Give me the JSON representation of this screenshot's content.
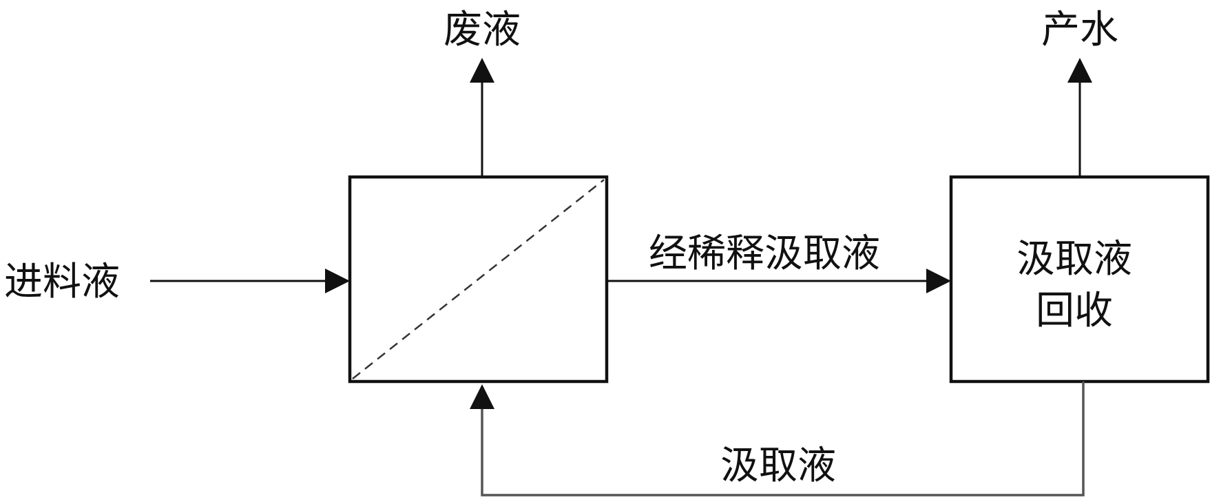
{
  "diagram": {
    "nodes": {
      "feed": {
        "label": "进料液"
      },
      "waste": {
        "label": "废液"
      },
      "membrane_module": {
        "label": ""
      },
      "recovery_unit": {
        "label_line1": "汲取液",
        "label_line2": "回收"
      },
      "product": {
        "label": "产水"
      }
    },
    "edges": {
      "feed_to_module": {
        "from": "feed",
        "to": "membrane_module",
        "label": ""
      },
      "module_to_waste": {
        "from": "membrane_module",
        "to": "waste",
        "label": ""
      },
      "module_to_recovery": {
        "from": "membrane_module",
        "to": "recovery_unit",
        "label": "经稀释汲取液"
      },
      "recovery_to_product": {
        "from": "recovery_unit",
        "to": "product",
        "label": ""
      },
      "recovery_to_module": {
        "from": "recovery_unit",
        "to": "membrane_module",
        "label": "汲取液"
      }
    },
    "colors": {
      "line": "#111111",
      "return_line": "#555555",
      "background": "#ffffff"
    }
  }
}
